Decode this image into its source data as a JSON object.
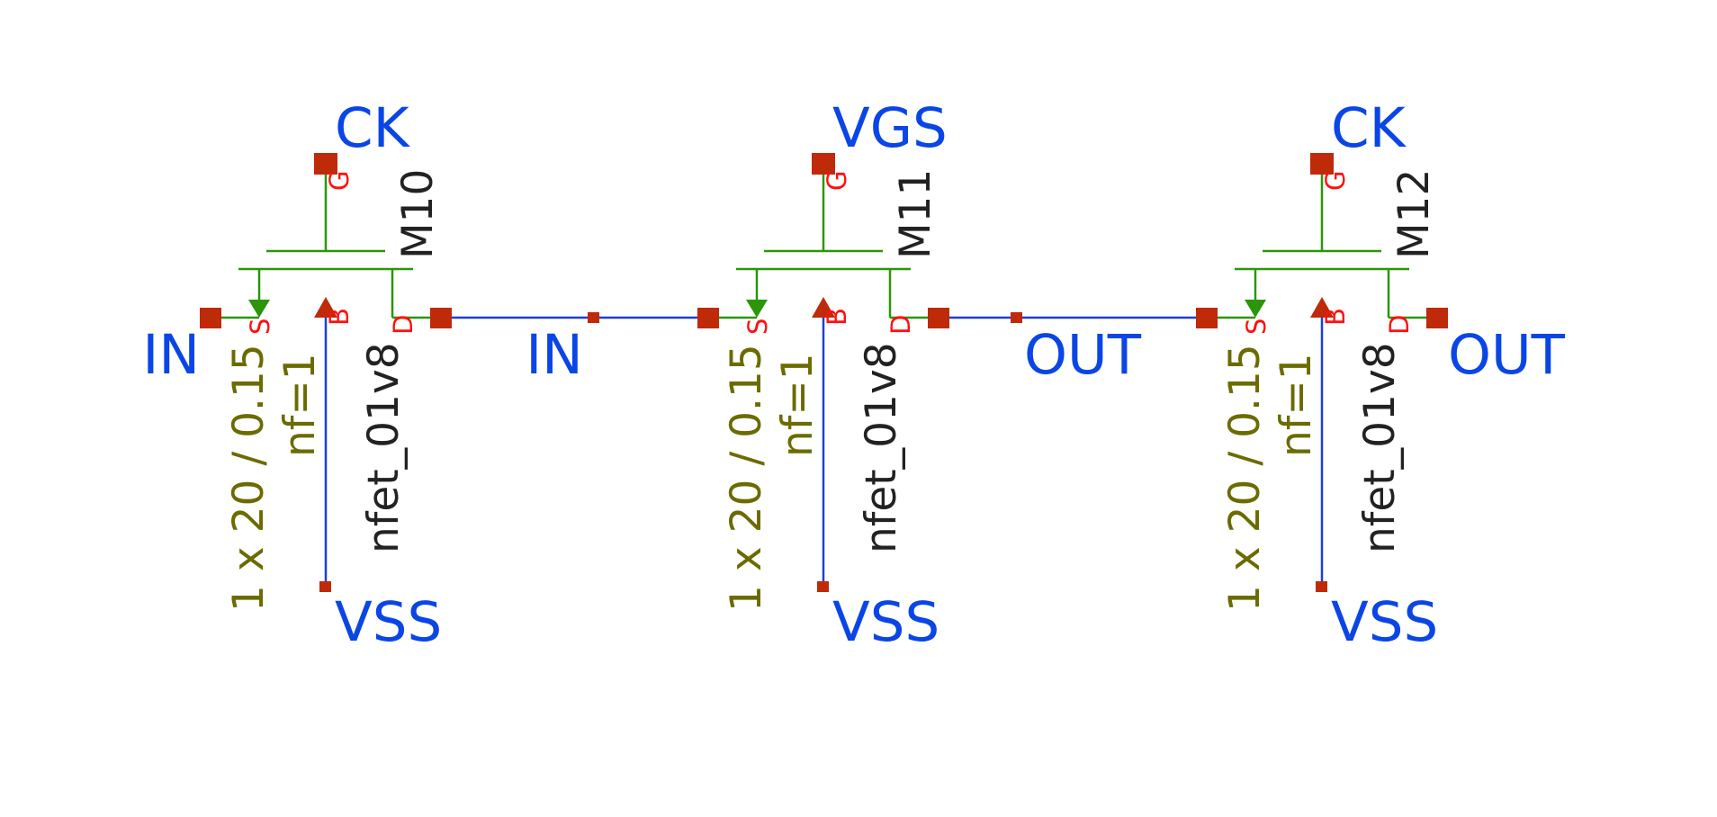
{
  "colors": {
    "background": "#ffffff",
    "wire": "#1f3fd1",
    "device": "#2a9608",
    "pin": "#bf2a08",
    "net_label": "#0a45e6",
    "pin_label": "#ff1010",
    "instance_name": "#222222",
    "parameter": "#6b6b00"
  },
  "transistors": [
    {
      "name": "M10",
      "model": "nfet_01v8",
      "size": "1 x 20 / 0.15",
      "fingers": "nf=1",
      "pins": {
        "gate": "G",
        "source": "S",
        "drain": "D",
        "bulk": "B"
      },
      "nets": {
        "gate": "CK",
        "source": "IN",
        "drain": "IN",
        "bulk": "VSS"
      }
    },
    {
      "name": "M11",
      "model": "nfet_01v8",
      "size": "1 x 20 / 0.15",
      "fingers": "nf=1",
      "pins": {
        "gate": "G",
        "source": "S",
        "drain": "D",
        "bulk": "B"
      },
      "nets": {
        "gate": "VGS",
        "source": "IN",
        "drain": "OUT",
        "bulk": "VSS"
      }
    },
    {
      "name": "M12",
      "model": "nfet_01v8",
      "size": "1 x 20 / 0.15",
      "fingers": "nf=1",
      "pins": {
        "gate": "G",
        "source": "S",
        "drain": "D",
        "bulk": "B"
      },
      "nets": {
        "gate": "CK",
        "source": "OUT",
        "drain": "OUT",
        "bulk": "VSS"
      }
    }
  ],
  "net_labels": {
    "ck_m10": "CK",
    "vgs_m11": "VGS",
    "ck_m12": "CK",
    "in_left": "IN",
    "in_mid": "IN",
    "out_mid": "OUT",
    "out_right": "OUT",
    "vss_m10": "VSS",
    "vss_m11": "VSS",
    "vss_m12": "VSS"
  }
}
